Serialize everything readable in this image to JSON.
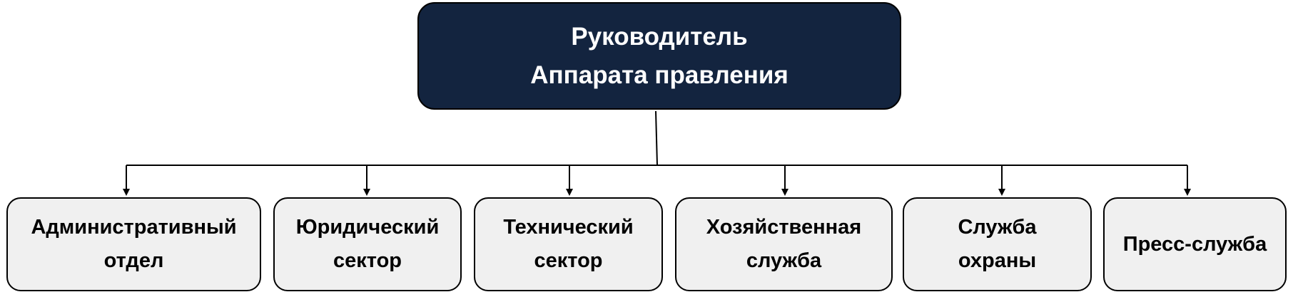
{
  "diagram": {
    "root": {
      "lines": [
        "Руководитель",
        "Аппарата правления"
      ]
    },
    "children": [
      {
        "lines": [
          "Административный",
          "отдел"
        ]
      },
      {
        "lines": [
          "Юридический",
          "сектор"
        ]
      },
      {
        "lines": [
          "Технический",
          "сектор"
        ]
      },
      {
        "lines": [
          "Хозяйственная",
          "служба"
        ]
      },
      {
        "lines": [
          "Служба",
          "охраны"
        ]
      },
      {
        "lines": [
          "Пресс-служба"
        ]
      }
    ]
  },
  "colors": {
    "root_fill": "#13243f",
    "root_text": "#ffffff",
    "child_fill": "#f0f0f0",
    "border": "#000000",
    "connector": "#000000"
  }
}
